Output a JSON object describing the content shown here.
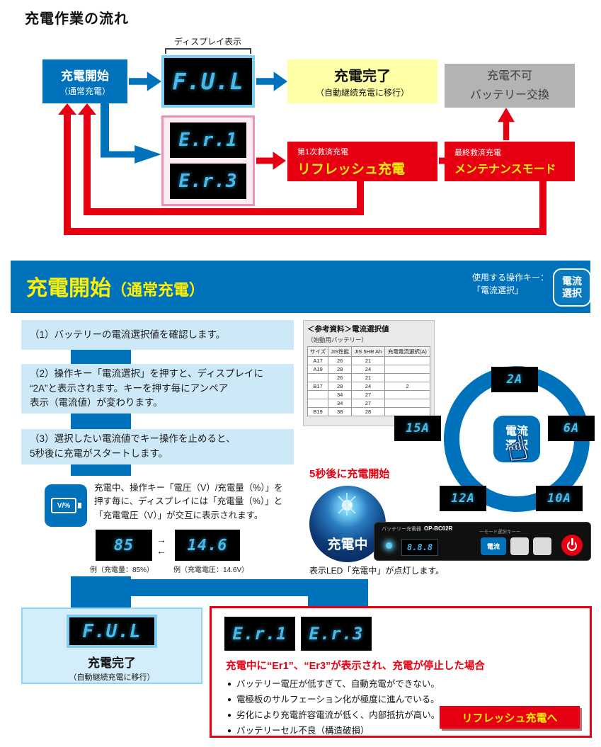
{
  "page": {
    "title": "充電作業の流れ"
  },
  "flowchart": {
    "display_label": "ディスプレイ表示",
    "start": {
      "line1": "充電開始",
      "line2": "（通常充電）"
    },
    "display_ful": "F.U.L",
    "complete": {
      "line1": "充電完了",
      "line2": "（自動継続充電に移行）"
    },
    "no_charge": {
      "line1": "充電不可",
      "line2": "バッテリー交換"
    },
    "display_er1": "E.r.1",
    "display_er3": "E.r.3",
    "refresh": {
      "tag": "第1次救済充電",
      "label": "リフレッシュ充電"
    },
    "maintenance": {
      "tag": "最終救済充電",
      "label": "メンテナンスモード"
    }
  },
  "section": {
    "title_main": "充電開始",
    "title_sub": "（通常充電）",
    "key_note_line1": "使用する操作キー：",
    "key_note_line2": "「電流選択」",
    "key_button": {
      "line1": "電流",
      "line2": "選択"
    }
  },
  "steps": {
    "step1": "（1）バッテリーの電流選択値を確認します。",
    "step2_l1": "（2）操作キー「電流選択」を押すと、ディスプレイに",
    "step2_l2": "“2A”と表示されます。キーを押す毎にアンペア",
    "step2_l3": "表示（電流値）が変わります。",
    "step3_l1": "（3）選択したい電流値でキー操作を止めると、",
    "step3_l2": "5秒後に充電がスタートします。"
  },
  "voltage_note": {
    "icon_text": "V/%",
    "l1": "充電中、操作キー「電圧（V）/充電量（%）」を",
    "l2": "押す毎に、ディスプレイには「充電量（%）」と",
    "l3": "「充電電圧（V）」が交互に表示されます。",
    "display_percent": "85",
    "display_volt": "14.6",
    "caption_percent": "例（充電量：85%）",
    "caption_volt": "例（充電電圧：14.6V）",
    "arrow_right": "→",
    "arrow_left": "←"
  },
  "reference": {
    "title": "＜参考資料＞電流選択値",
    "subtitle": "（始動用バッテリー）",
    "headers": [
      "サイズ",
      "JIS性能",
      "JIS 5HR Ah",
      "充電電流選択(A)"
    ],
    "rows": [
      [
        "A17",
        "26",
        "21",
        ""
      ],
      [
        "A19",
        "28",
        "24",
        ""
      ],
      [
        "",
        "26",
        "21",
        ""
      ],
      [
        "B17",
        "28",
        "24",
        "2"
      ],
      [
        "",
        "34",
        "27",
        ""
      ],
      [
        "",
        "34",
        "27",
        ""
      ],
      [
        "B19",
        "38",
        "28",
        ""
      ]
    ]
  },
  "dial": {
    "top": "2A",
    "right": "6A",
    "bottom_right": "10A",
    "bottom_left": "12A",
    "left": "15A",
    "center_line1": "電流",
    "center_line2": "選択",
    "hand_icon": "☝"
  },
  "charging": {
    "start_note": "5秒後に充電開始",
    "led_label": "充電中",
    "caption": "表示LED「充電中」が点灯します。",
    "panel": {
      "label": "バッテリー充電器",
      "model": "OP-BC02R",
      "display": "8.8.8",
      "key_group_label": "ーモード選択キーー",
      "current_key": "電流"
    }
  },
  "bottom": {
    "display_ful": "F.U.L",
    "complete_line1": "充電完了",
    "complete_line2": "（自動継続充電に移行）",
    "display_er1": "E.r.1",
    "display_er3": "E.r.3",
    "warning_title": "充電中に“Er1”、“Er3”が表示され、充電が停止した場合",
    "bullets": [
      "バッテリー電圧が低すぎて、自動充電ができない。",
      "電極板のサルフェーション化が極度に進んでいる。",
      "劣化により充電許容電流が低く、内部抵抗が高い。",
      "バッテリーセル不良（構造破損）"
    ],
    "refresh_button": "リフレッシュ充電へ"
  },
  "colors": {
    "blue": "#0072bc",
    "red": "#e60012",
    "yellow_text": "#fff100",
    "led_cyan": "#46bbec"
  }
}
